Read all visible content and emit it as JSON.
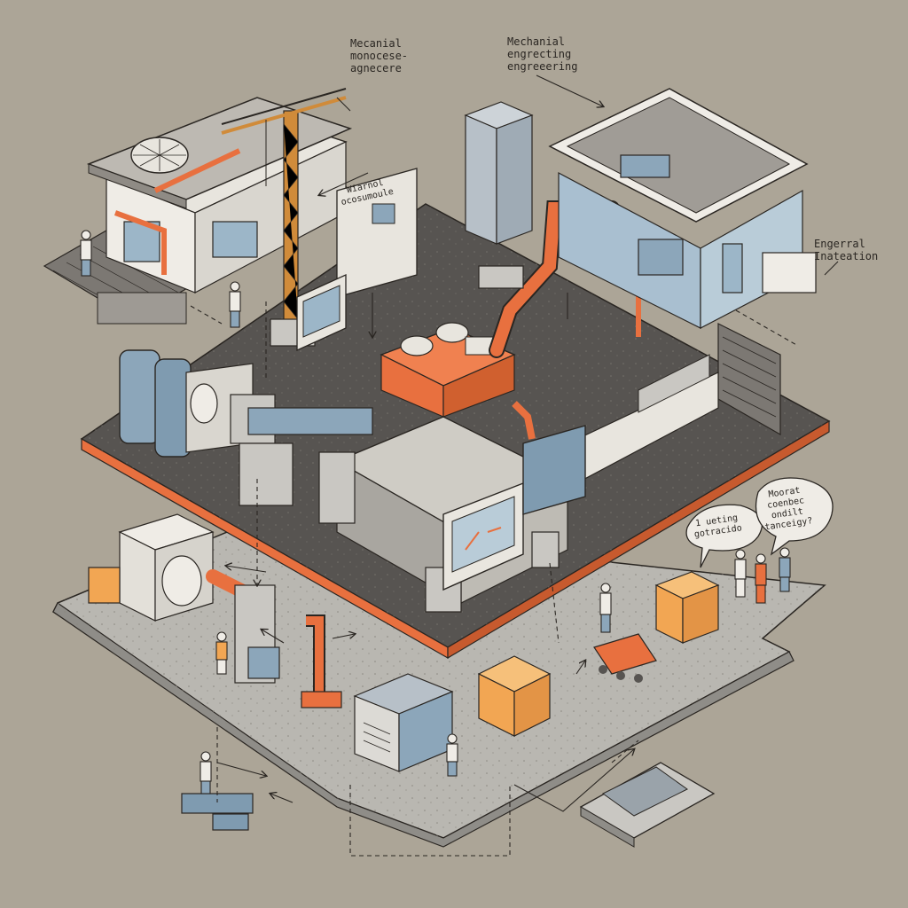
{
  "labels": {
    "top_left": "Mecanial\nmonocese-\nagnecere",
    "top_center": "Mechanial\nengrecting\nengreeering",
    "right": "Engerral\nInateation",
    "panel_note": "Wiarnol\nocosumoule"
  },
  "bubbles": {
    "left": "1 ueting\ngotracido",
    "right": "Moorat\ncoenbec\nondilt\ntanceigy?"
  },
  "colors": {
    "background": "#aca597",
    "accent_orange": "#e8703f",
    "steel_blue": "#8ca6ba",
    "concrete": "#c9c7c2",
    "dark_floor": "#575451",
    "ink": "#2a2622",
    "amber": "#f2a653"
  },
  "icons": [
    "fan-icon",
    "crane-icon",
    "duct-icon",
    "tank-icon",
    "worker-icon",
    "speech-bubble-icon",
    "monitor-icon",
    "cart-icon"
  ]
}
